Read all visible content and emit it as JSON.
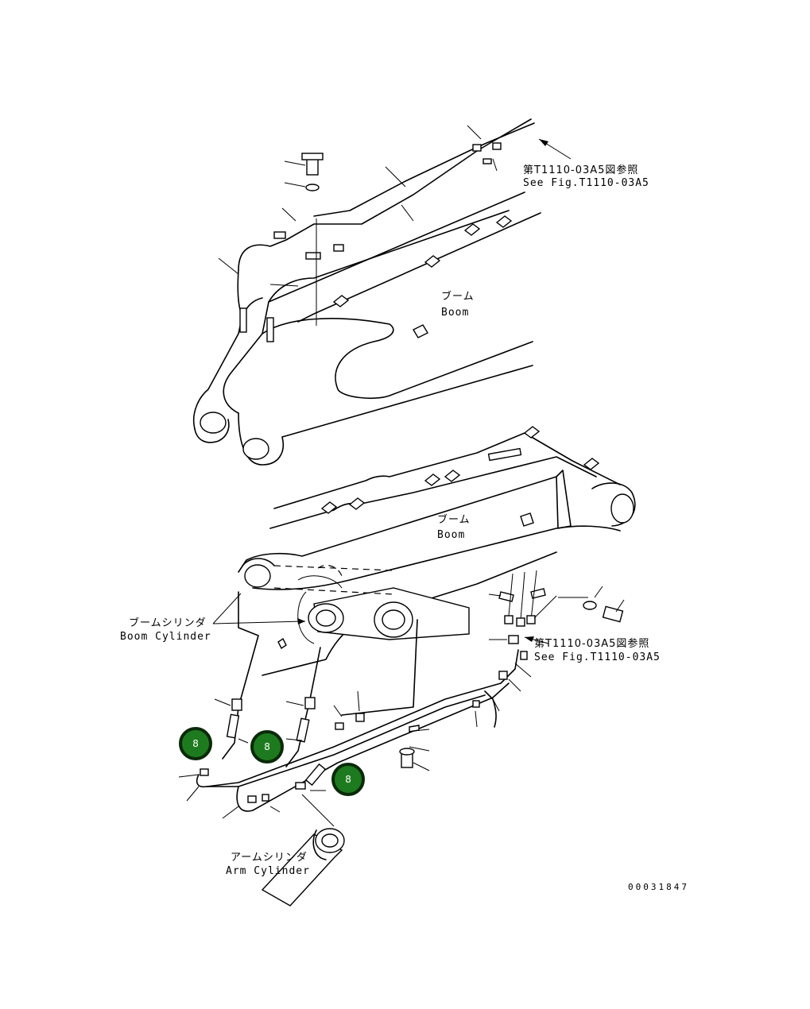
{
  "labels": {
    "boom_upper_jp": "ブーム",
    "boom_upper_en": "Boom",
    "boom_lower_jp": "ブーム",
    "boom_lower_en": "Boom",
    "see_fig_top_jp": "第T1110-03A5図参照",
    "see_fig_top_en": "See Fig.T1110-03A5",
    "see_fig_mid_jp": "第T1110-03A5図参照",
    "see_fig_mid_en": "See Fig.T1110-03A5",
    "boom_cylinder_jp": "ブームシリンダ",
    "boom_cylinder_en": "Boom Cylinder",
    "arm_cylinder_jp": "アームシリンダ",
    "arm_cylinder_en": "Arm Cylinder",
    "doc_number": "00031847"
  },
  "markers": [
    {
      "label": "8"
    },
    {
      "label": "8"
    },
    {
      "label": "8"
    }
  ],
  "colors": {
    "marker_fill": "#1e7a1e",
    "marker_stroke": "#0b2a0b",
    "line": "#000000"
  }
}
